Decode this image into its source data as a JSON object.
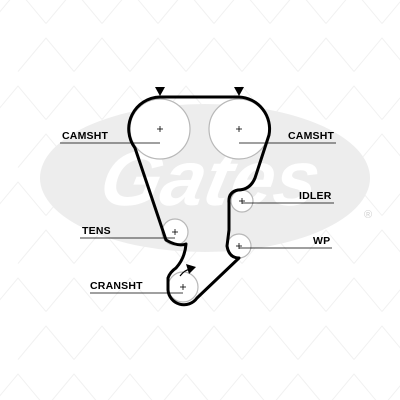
{
  "watermark": {
    "brand": "Gates",
    "registered": "®",
    "color": "#ececec"
  },
  "colors": {
    "belt": "#000000",
    "pulley": "#b8b8b8",
    "text": "#000000"
  },
  "labels": {
    "camshaft_left": "CAMSHT",
    "camshaft_right": "CAMSHT",
    "idler": "IDLER",
    "tensioner": "TENS",
    "water_pump": "WP",
    "crankshaft": "CRANSHT"
  },
  "icons": {
    "timing_mark": "triangle-marker-icon",
    "center": "crosshair-icon",
    "rotation": "rotation-arrow-icon"
  }
}
